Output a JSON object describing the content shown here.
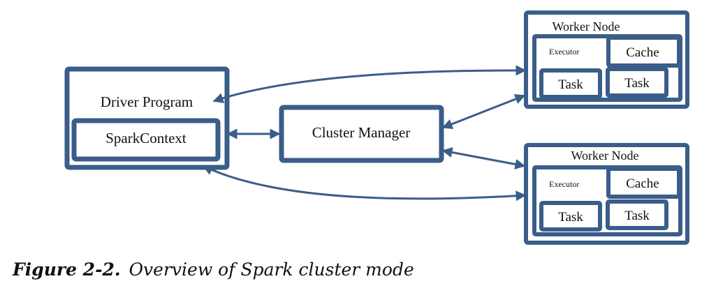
{
  "diagram": {
    "colors": {
      "stroke": "#3a5d8a",
      "text": "#111111",
      "background": "#ffffff"
    },
    "driver": {
      "title": "Driver Program",
      "context": "SparkContext"
    },
    "cluster_manager": {
      "label": "Cluster Manager"
    },
    "workers": [
      {
        "title": "Worker Node",
        "executor": "Executor",
        "cache": "Cache",
        "tasks": [
          "Task",
          "Task"
        ]
      },
      {
        "title": "Worker Node",
        "executor": "Executor",
        "cache": "Cache",
        "tasks": [
          "Task",
          "Task"
        ]
      }
    ],
    "connections": [
      {
        "from": "driver",
        "to": "worker-1",
        "direction": "bidirectional"
      },
      {
        "from": "driver",
        "to": "worker-2",
        "direction": "bidirectional"
      },
      {
        "from": "spark-context",
        "to": "cluster-manager",
        "direction": "bidirectional"
      },
      {
        "from": "cluster-manager",
        "to": "worker-1",
        "direction": "bidirectional"
      },
      {
        "from": "cluster-manager",
        "to": "worker-2",
        "direction": "bidirectional"
      }
    ]
  },
  "caption": {
    "number": "Figure 2-2.",
    "text": "Overview of Spark cluster mode"
  }
}
